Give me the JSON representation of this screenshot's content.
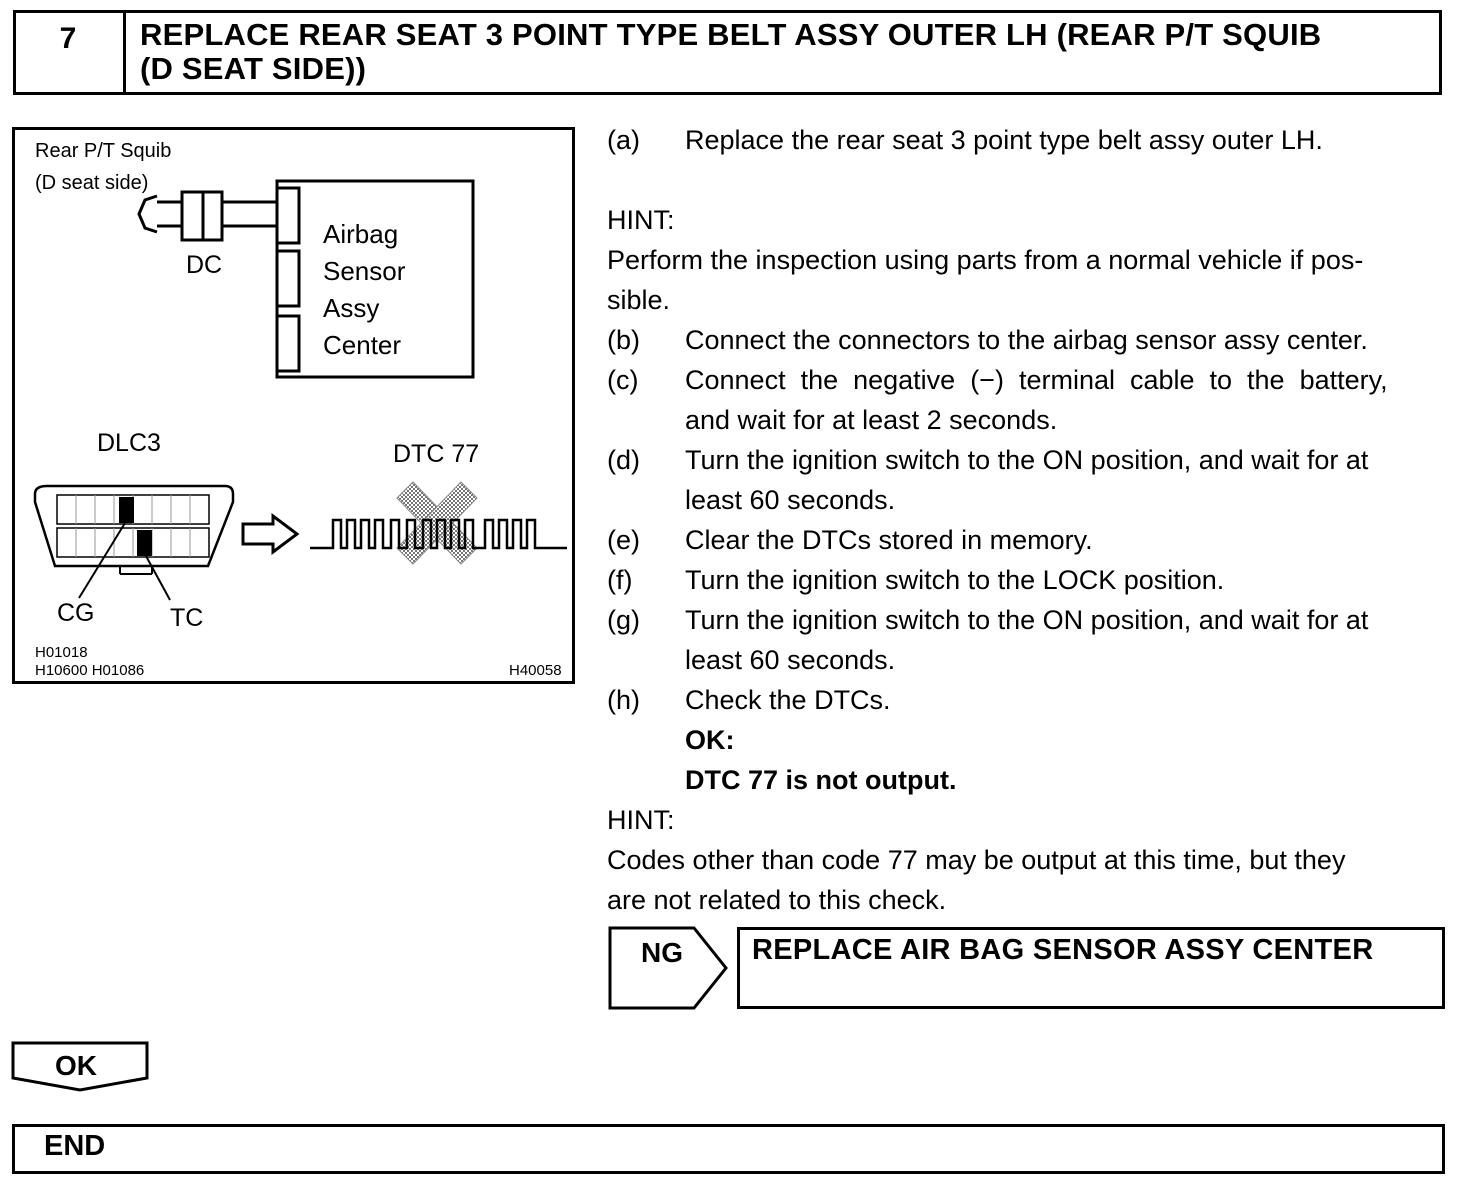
{
  "step": {
    "number": "7",
    "title_line1": "REPLACE REAR SEAT 3 POINT TYPE BELT ASSY OUTER LH (REAR P/T SQUIB",
    "title_line2": "(D SEAT SIDE))"
  },
  "figure": {
    "squib_label_1": "Rear P/T Squib",
    "squib_label_2": "(D seat side)",
    "dc_label": "DC",
    "ecu_label": [
      "Airbag",
      "Sensor",
      "Assy",
      "Center"
    ],
    "dlc3_label": "DLC3",
    "dtc_label": "DTC 77",
    "cg_label": "CG",
    "tc_label": "TC",
    "code_1": "H01018",
    "code_2": "H10600  H01086",
    "code_3": "H40058"
  },
  "instructions": {
    "a_label": "(a)",
    "a_text": "Replace the rear seat 3 point type belt assy outer LH.",
    "hint1_label": "HINT:",
    "hint1_line1": "Perform the inspection using parts from a normal vehicle if pos-",
    "hint1_line2": "sible.",
    "b_label": "(b)",
    "b_text": "Connect the connectors to the airbag sensor assy center.",
    "c_label": "(c)",
    "c_line1": "Connect  the  negative  (−)  terminal  cable  to  the  battery,",
    "c_line2": "and wait for at least 2 seconds.",
    "d_label": "(d)",
    "d_line1": "Turn the ignition switch to the ON position, and wait for at",
    "d_line2": "least 60 seconds.",
    "e_label": "(e)",
    "e_text": "Clear the DTCs stored in memory.",
    "f_label": "(f)",
    "f_text": "Turn the ignition switch to the LOCK position.",
    "g_label": "(g)",
    "g_line1": "Turn the ignition switch to the ON position, and wait for at",
    "g_line2": "least 60 seconds.",
    "h_label": "(h)",
    "h_text": "Check the DTCs.",
    "ok_label": "OK:",
    "ok_text": "DTC 77 is not output.",
    "hint2_label": "HINT:",
    "hint2_line1": "Codes other than code 77 may be output at this time, but they",
    "hint2_line2": "are not related to this check."
  },
  "ng": {
    "tag": "NG",
    "action": "REPLACE AIR BAG SENSOR ASSY CENTER"
  },
  "ok_tag": "OK",
  "end_text": "END"
}
